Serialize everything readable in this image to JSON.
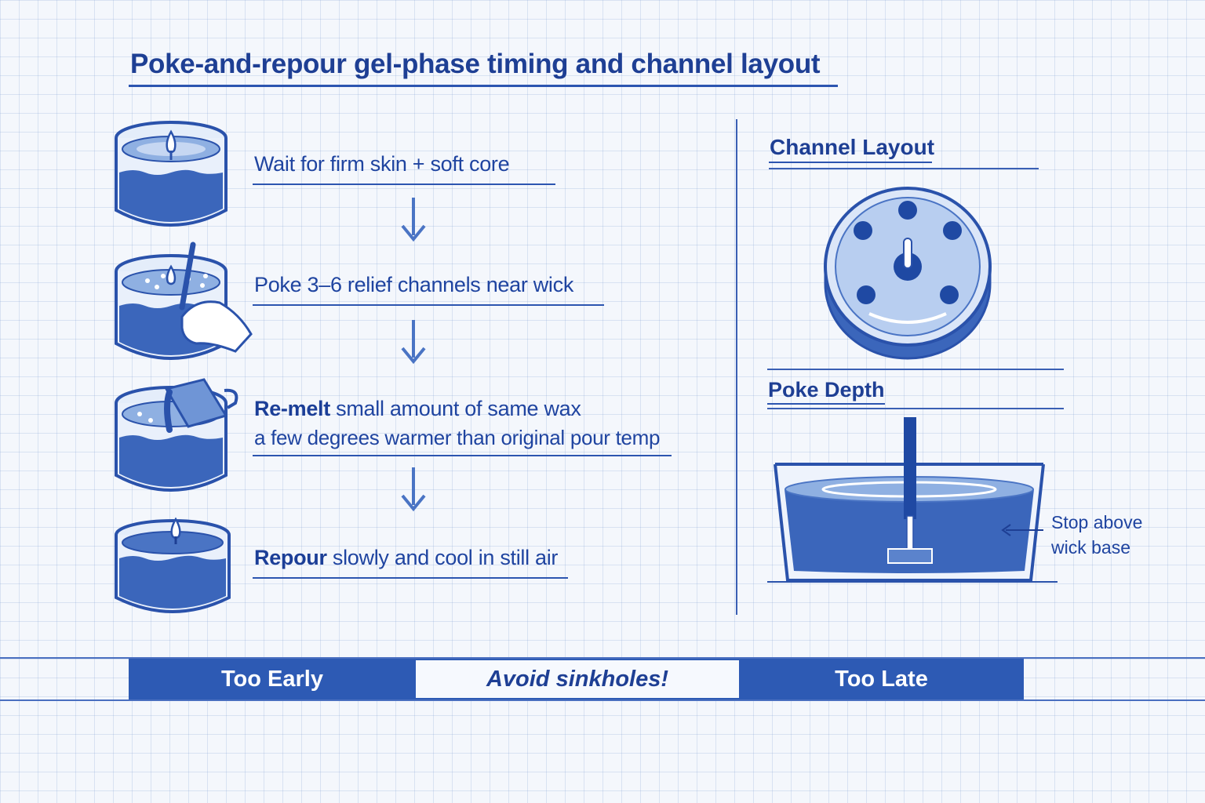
{
  "title": "Poke-and-repour gel-phase timing and channel layout",
  "steps": [
    {
      "bold": "",
      "text": "Wait for firm skin + soft core",
      "text2": ""
    },
    {
      "bold": "",
      "text": "Poke 3–6 relief channels near wick",
      "text2": ""
    },
    {
      "bold": "Re-melt",
      "text": " small amount of same wax",
      "text2": "a few degrees warmer than original pour temp"
    },
    {
      "bold": "Repour",
      "text": " slowly and cool in still air",
      "text2": ""
    }
  ],
  "channel_layout": {
    "title": "Channel Layout"
  },
  "poke_depth": {
    "title": "Poke Depth",
    "note_line1": "Stop above",
    "note_line2": "wick base"
  },
  "timing_band": {
    "early": "Too Early",
    "middle": "Avoid sinkholes!",
    "late": "Too Late"
  },
  "colors": {
    "ink": "#1e3f94",
    "accent": "#2d5ab4",
    "wax": "#3b66bb",
    "wax_light": "#c6d7f2"
  }
}
